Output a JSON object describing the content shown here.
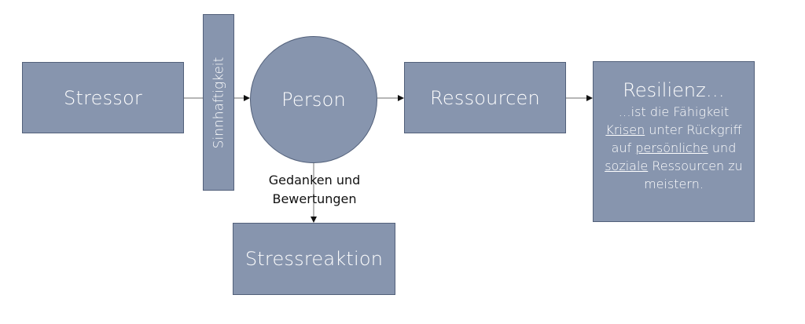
{
  "diagram": {
    "stressor": "Stressor",
    "sinnhaftigkeit": "Sinnhaftigkeit",
    "person": "Person",
    "ressourcen": "Ressourcen",
    "stressreaktion": "Stressreaktion",
    "gedanken_line1": "Gedanken und",
    "gedanken_line2": "Bewertungen",
    "resilienz": {
      "title": "Resilienz…",
      "t1": "…ist die Fähigkeit",
      "krisen": "Krisen",
      "t2": " unter Rückgriff",
      "t3": "auf ",
      "persoenliche": "persönliche",
      "t4": " und",
      "soziale": "soziale",
      "t5": " Ressourcen zu",
      "t6": "meistern."
    }
  },
  "colors": {
    "box_fill": "#8795ae",
    "box_border": "#52607a",
    "arrow": "#7f7f7f"
  }
}
